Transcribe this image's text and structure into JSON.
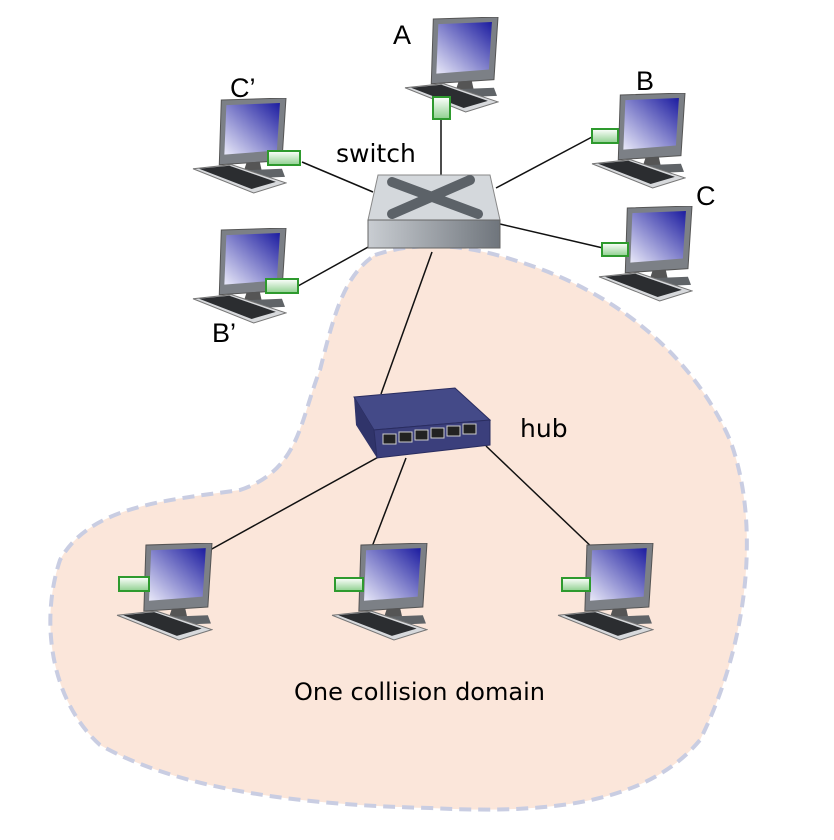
{
  "labels": {
    "host_a": "A",
    "host_b": "B",
    "host_c": "C",
    "host_c_prime": "C’",
    "host_b_prime": "B’",
    "switch": "switch",
    "hub": "hub",
    "collision_domain": "One collision domain"
  },
  "colors": {
    "collision_domain_fill": "#fbe6da",
    "collision_domain_border": "#c9cde2",
    "nic": "#2e9a2e",
    "hub_body": "#3b3f7c",
    "switch_body": "#b9bec4",
    "screen": "#1c1ca0"
  }
}
